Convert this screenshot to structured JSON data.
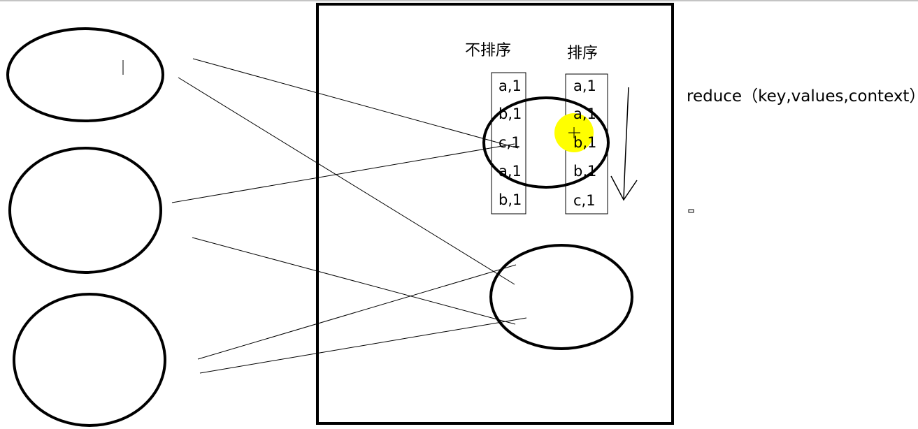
{
  "diagram": {
    "labels": {
      "unsorted": "不排序",
      "sorted": "排序"
    },
    "unsorted_list": [
      "a,1",
      "b,1",
      "c,1",
      "a,1",
      "b,1"
    ],
    "sorted_list": [
      "a,1",
      "a,1",
      "b,1",
      "b,1",
      "c,1"
    ],
    "formula": "reduce（key,values,context）",
    "highlight_color": "#ffff00",
    "stroke_color": "#000000"
  }
}
